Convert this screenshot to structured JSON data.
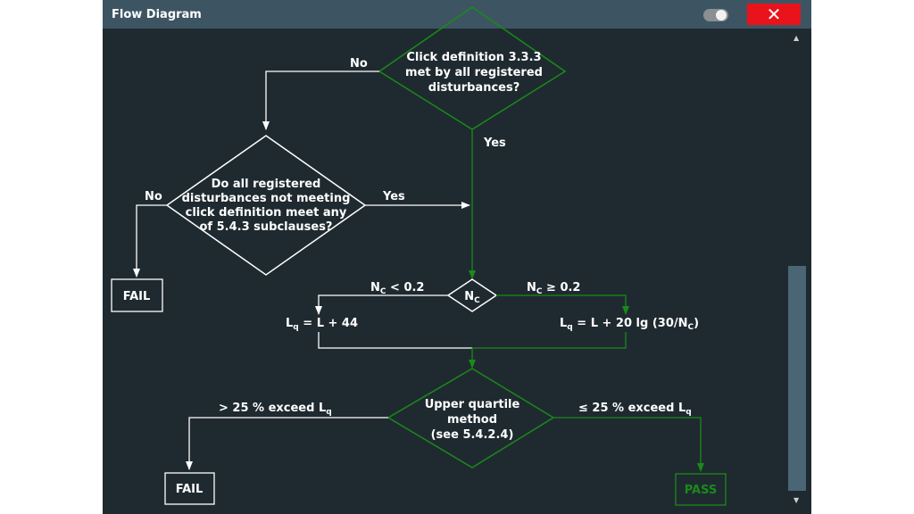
{
  "window": {
    "title": "Flow Diagram",
    "close_label": "✕"
  },
  "flow": {
    "q1": [
      "Click definition 3.3.3",
      "met by all registered",
      "disturbances?"
    ],
    "q1_no": "No",
    "q1_yes": "Yes",
    "q2": [
      "Do all registered",
      "disturbances not meeting",
      "click definition meet any",
      "of 5.4.3 subclauses?"
    ],
    "q2_no": "No",
    "q2_yes": "Yes",
    "fail1": "FAIL",
    "nc_node": "NC",
    "nc_left": "NC < 0.2",
    "nc_right": "NC ≥ 0.2",
    "lq_left": "Lq = L + 44",
    "lq_right": "Lq = L + 20 lg (30/NC)",
    "q3": [
      "Upper quartile",
      "method",
      "(see 5.4.2.4)"
    ],
    "q3_left": "> 25 % exceed Lq",
    "q3_right": "≤ 25 % exceed Lq",
    "fail2": "FAIL",
    "pass": "PASS"
  },
  "colors": {
    "white": "#ffffff",
    "green": "#1a8a1a",
    "background": "#1f2a30",
    "titlebar": "#3d5563",
    "close": "#e8131b"
  }
}
